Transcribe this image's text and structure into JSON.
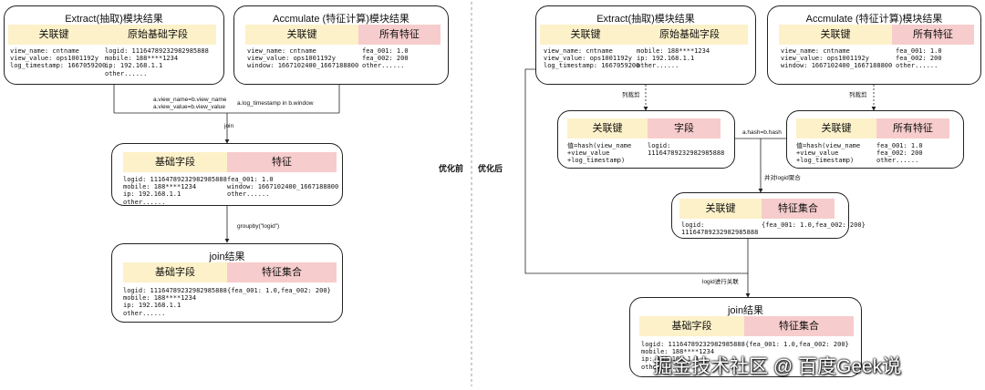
{
  "left": {
    "extract": {
      "title": "Extract(抽取)模块结果",
      "key_header": "关联键",
      "field_header": "原始基础字段",
      "key_lines": "view_name: cntname\nview_value: ops1001192y\nlog_timestamp: 1667059200",
      "field_lines": "logid: 11164789232982985888\nmobile: 188****1234\nip: 192.168.1.1\nother......"
    },
    "accumulate": {
      "title": "Accmulate (特征计算)模块结果",
      "key_header": "关联键",
      "field_header": "所有特征",
      "key_lines": "view_name: cntname\nview_value: ops1001192y\nwindow: 1667102400_1667188800",
      "field_lines": "fea_001: 1.0\nfea_002: 200\nother......"
    },
    "join_cond_1": "a.view_name=b.view_name\na.view_value=b.view_value",
    "join_cond_2": "a.log_timestamp in b.window",
    "join_label": "join",
    "middle": {
      "key_header": "基础字段",
      "field_header": "特征",
      "key_lines": "logid: 11164789232982985888\nmobile: 188****1234\nip: 192.168.1.1\nother......",
      "field_lines": "fea_001: 1.0\nwindow: 1667102400_1667188800\nother......"
    },
    "groupby_label": "groupby(\"logid\")",
    "result": {
      "title": "join结果",
      "key_header": "基础字段",
      "field_header": "特征集合",
      "key_lines": "logid: 11164789232982985888\nmobile: 188****1234\nip: 192.168.1.1\nother......",
      "field_lines": "{fea_001: 1.0,fea_002: 200}"
    }
  },
  "center": {
    "before": "优化前",
    "after": "优化后"
  },
  "right": {
    "extract": {
      "title": "Extract(抽取)模块结果",
      "key_header": "关联键",
      "field_header": "原始基础字段",
      "key_lines": "view_name: cntname\nview_value: ops1001192y\nlog_timestamp: 1667059200",
      "field_lines": "mobile: 188****1234\nip: 192.168.1.1\nother......"
    },
    "accumulate": {
      "title": "Accmulate (特征计算)模块结果",
      "key_header": "关联键",
      "field_header": "所有特征",
      "key_lines": "view_name: cntname\nview_value: ops1001192y\nwindow: 1667102400_1667188800",
      "field_lines": "fea_001: 1.0\nfea_002: 200\nother......"
    },
    "prune_label_1": "列裁剪",
    "prune_label_2": "列裁剪",
    "pruned_left": {
      "key_header": "关联键",
      "field_header": "字段",
      "key_lines": "值=hash(view_name\n+view_value\n+log_timestamp)",
      "field_lines": "logid:\n11164789232982985888"
    },
    "pruned_right": {
      "key_header": "关联键",
      "field_header": "所有特征",
      "key_lines": "值=hash(view_name\n+view_value\n+log_timestamp)",
      "field_lines": "fea_001: 1.0\nfea_002: 200\nother......"
    },
    "hash_label": "a.hash=b.hash",
    "merge_label": "并对logid聚合",
    "agg": {
      "key_header": "关联键",
      "field_header": "特征集合",
      "key_lines": "logid:\n11164789232982985888",
      "field_lines": "{fea_001: 1.0,fea_002: 200}"
    },
    "logid_join_label": "logid进行关联",
    "result": {
      "title": "join结果",
      "key_header": "基础字段",
      "field_header": "特征集合",
      "key_lines": "logid: 11164789232982985888\nmobile: 188****1234\nip: 192.168.1.1\nother......",
      "field_lines": "{fea_001: 1.0,fea_002: 200}"
    }
  },
  "watermark": "掘金技术社区 @ 百度Geek说"
}
